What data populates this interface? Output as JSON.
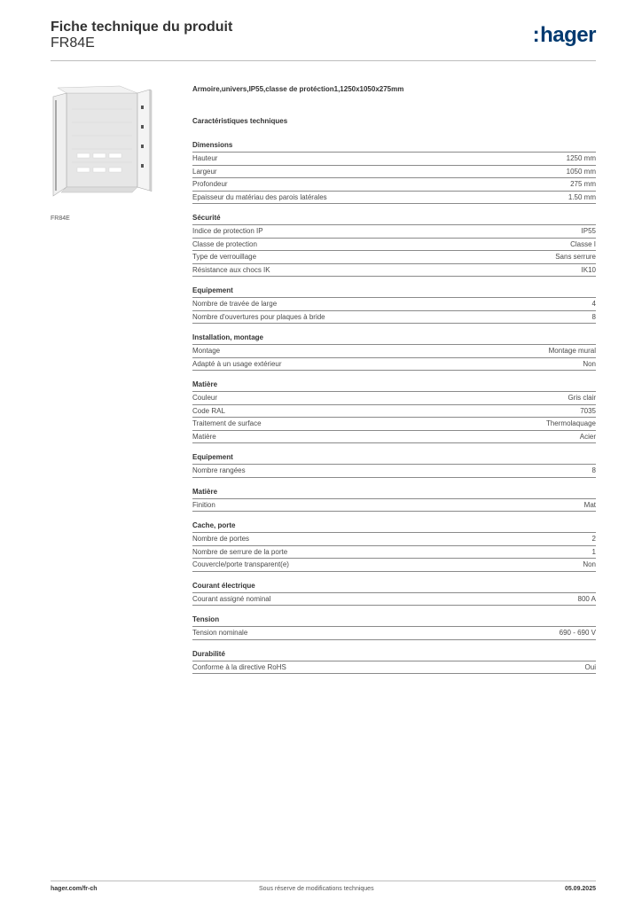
{
  "header": {
    "title": "Fiche technique du produit",
    "product_code": "FR84E",
    "brand": "hager",
    "brand_color": "#003a70"
  },
  "image": {
    "caption": "FR84E"
  },
  "product_description": "Armoire,univers,IP55,classe de protéction1,1250x1050x275mm",
  "section_title": "Caractéristiques techniques",
  "groups": [
    {
      "title": "Dimensions",
      "rows": [
        {
          "label": "Hauteur",
          "value": "1250 mm"
        },
        {
          "label": "Largeur",
          "value": "1050 mm"
        },
        {
          "label": "Profondeur",
          "value": "275 mm"
        },
        {
          "label": "Epaisseur du matériau des parois latérales",
          "value": "1.50 mm"
        }
      ]
    },
    {
      "title": "Sécurité",
      "rows": [
        {
          "label": "Indice de protection IP",
          "value": "IP55"
        },
        {
          "label": "Classe de protection",
          "value": "Classe I"
        },
        {
          "label": "Type de verrouillage",
          "value": "Sans serrure"
        },
        {
          "label": "Résistance aux chocs IK",
          "value": "IK10"
        }
      ]
    },
    {
      "title": "Equipement",
      "rows": [
        {
          "label": "Nombre de travée de large",
          "value": "4"
        },
        {
          "label": "Nombre d'ouvertures pour plaques à bride",
          "value": "8"
        }
      ]
    },
    {
      "title": "Installation, montage",
      "rows": [
        {
          "label": "Montage",
          "value": "Montage mural"
        },
        {
          "label": "Adapté à un usage extérieur",
          "value": "Non"
        }
      ]
    },
    {
      "title": "Matière",
      "rows": [
        {
          "label": "Couleur",
          "value": "Gris clair"
        },
        {
          "label": "Code RAL",
          "value": "7035"
        },
        {
          "label": "Traitement de surface",
          "value": "Thermolaquage"
        },
        {
          "label": "Matière",
          "value": "Acier"
        }
      ]
    },
    {
      "title": "Equipement",
      "rows": [
        {
          "label": "Nombre rangées",
          "value": "8"
        }
      ]
    },
    {
      "title": "Matière",
      "rows": [
        {
          "label": "Finition",
          "value": "Mat"
        }
      ]
    },
    {
      "title": "Cache, porte",
      "rows": [
        {
          "label": "Nombre de portes",
          "value": "2"
        },
        {
          "label": "Nombre de serrure de la porte",
          "value": "1"
        },
        {
          "label": "Couvercle/porte transparent(e)",
          "value": "Non"
        }
      ]
    },
    {
      "title": "Courant électrique",
      "rows": [
        {
          "label": "Courant assigné nominal",
          "value": "800 A"
        }
      ]
    },
    {
      "title": "Tension",
      "rows": [
        {
          "label": "Tension nominale",
          "value": "690 - 690 V"
        }
      ]
    },
    {
      "title": "Durabilité",
      "rows": [
        {
          "label": "Conforme à la directive RoHS",
          "value": "Oui"
        }
      ]
    }
  ],
  "footer": {
    "website": "hager.com/fr-ch",
    "disclaimer": "Sous réserve de modifications techniques",
    "date": "05.09.2025"
  }
}
